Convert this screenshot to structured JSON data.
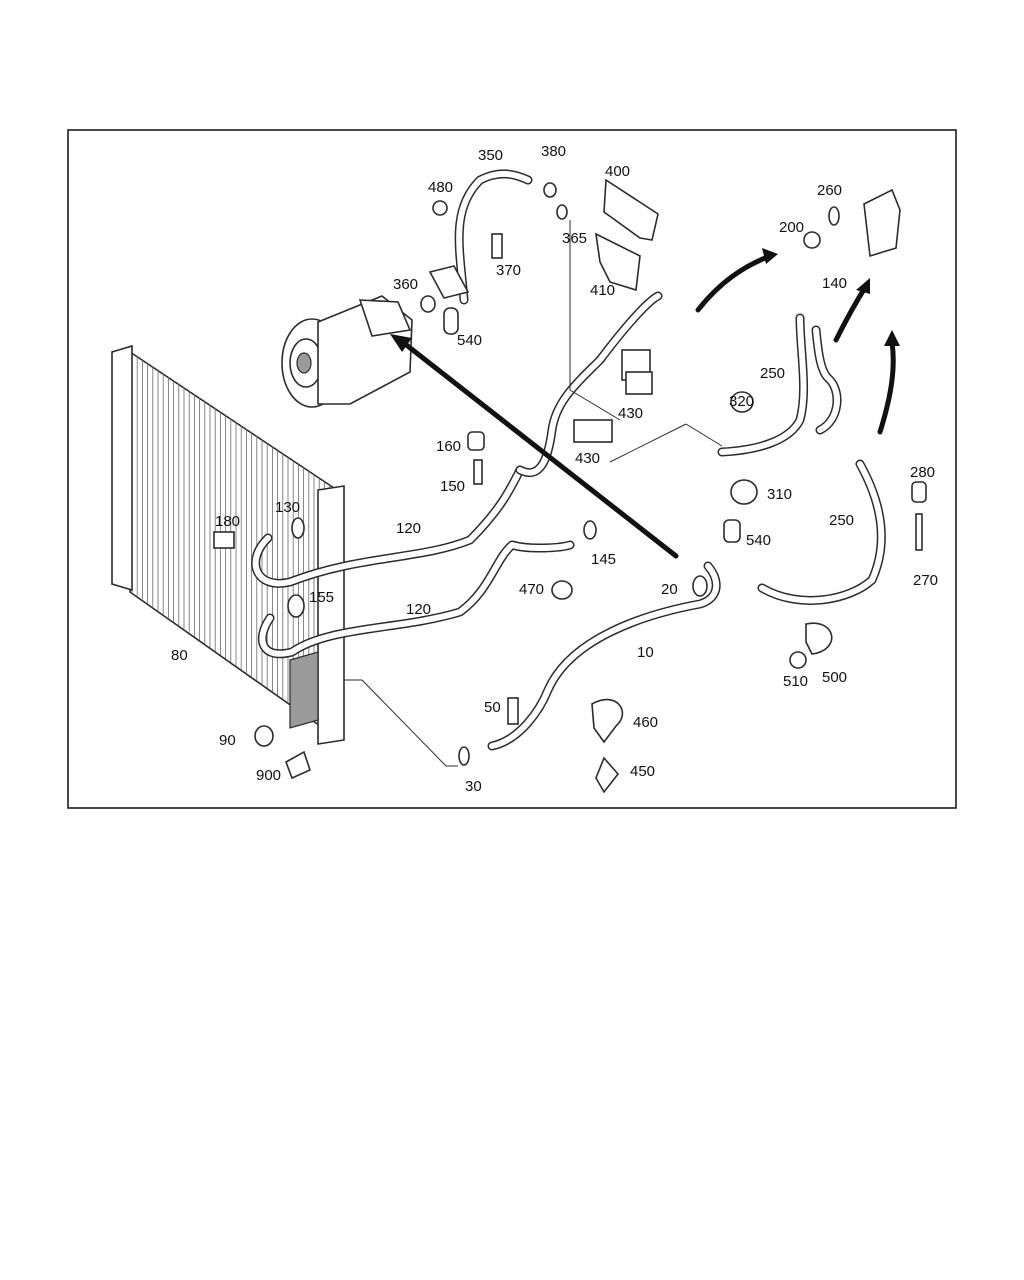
{
  "diagram": {
    "callouts": [
      {
        "id": "c350",
        "text": "350"
      },
      {
        "id": "c380",
        "text": "380"
      },
      {
        "id": "c400",
        "text": "400"
      },
      {
        "id": "c480",
        "text": "480"
      },
      {
        "id": "c365",
        "text": "365"
      },
      {
        "id": "c370",
        "text": "370"
      },
      {
        "id": "c360",
        "text": "360"
      },
      {
        "id": "c540a",
        "text": "540"
      },
      {
        "id": "c410",
        "text": "410"
      },
      {
        "id": "c260",
        "text": "260"
      },
      {
        "id": "c200",
        "text": "200"
      },
      {
        "id": "c140",
        "text": "140"
      },
      {
        "id": "c250a",
        "text": "250"
      },
      {
        "id": "c320",
        "text": "320"
      },
      {
        "id": "c430a",
        "text": "430"
      },
      {
        "id": "c430b",
        "text": "430"
      },
      {
        "id": "c160",
        "text": "160"
      },
      {
        "id": "c150",
        "text": "150"
      },
      {
        "id": "c310",
        "text": "310"
      },
      {
        "id": "c280",
        "text": "280"
      },
      {
        "id": "c180",
        "text": "180"
      },
      {
        "id": "c130",
        "text": "130"
      },
      {
        "id": "c120a",
        "text": "120"
      },
      {
        "id": "c250b",
        "text": "250"
      },
      {
        "id": "c540b",
        "text": "540"
      },
      {
        "id": "c145",
        "text": "145"
      },
      {
        "id": "c270",
        "text": "270"
      },
      {
        "id": "c470",
        "text": "470"
      },
      {
        "id": "c20",
        "text": "20"
      },
      {
        "id": "c155",
        "text": "155"
      },
      {
        "id": "c120b",
        "text": "120"
      },
      {
        "id": "c80",
        "text": "80"
      },
      {
        "id": "c10",
        "text": "10"
      },
      {
        "id": "c510",
        "text": "510"
      },
      {
        "id": "c500",
        "text": "500"
      },
      {
        "id": "c50",
        "text": "50"
      },
      {
        "id": "c460",
        "text": "460"
      },
      {
        "id": "c90",
        "text": "90"
      },
      {
        "id": "c900",
        "text": "900"
      },
      {
        "id": "c450",
        "text": "450"
      },
      {
        "id": "c30",
        "text": "30"
      }
    ]
  }
}
